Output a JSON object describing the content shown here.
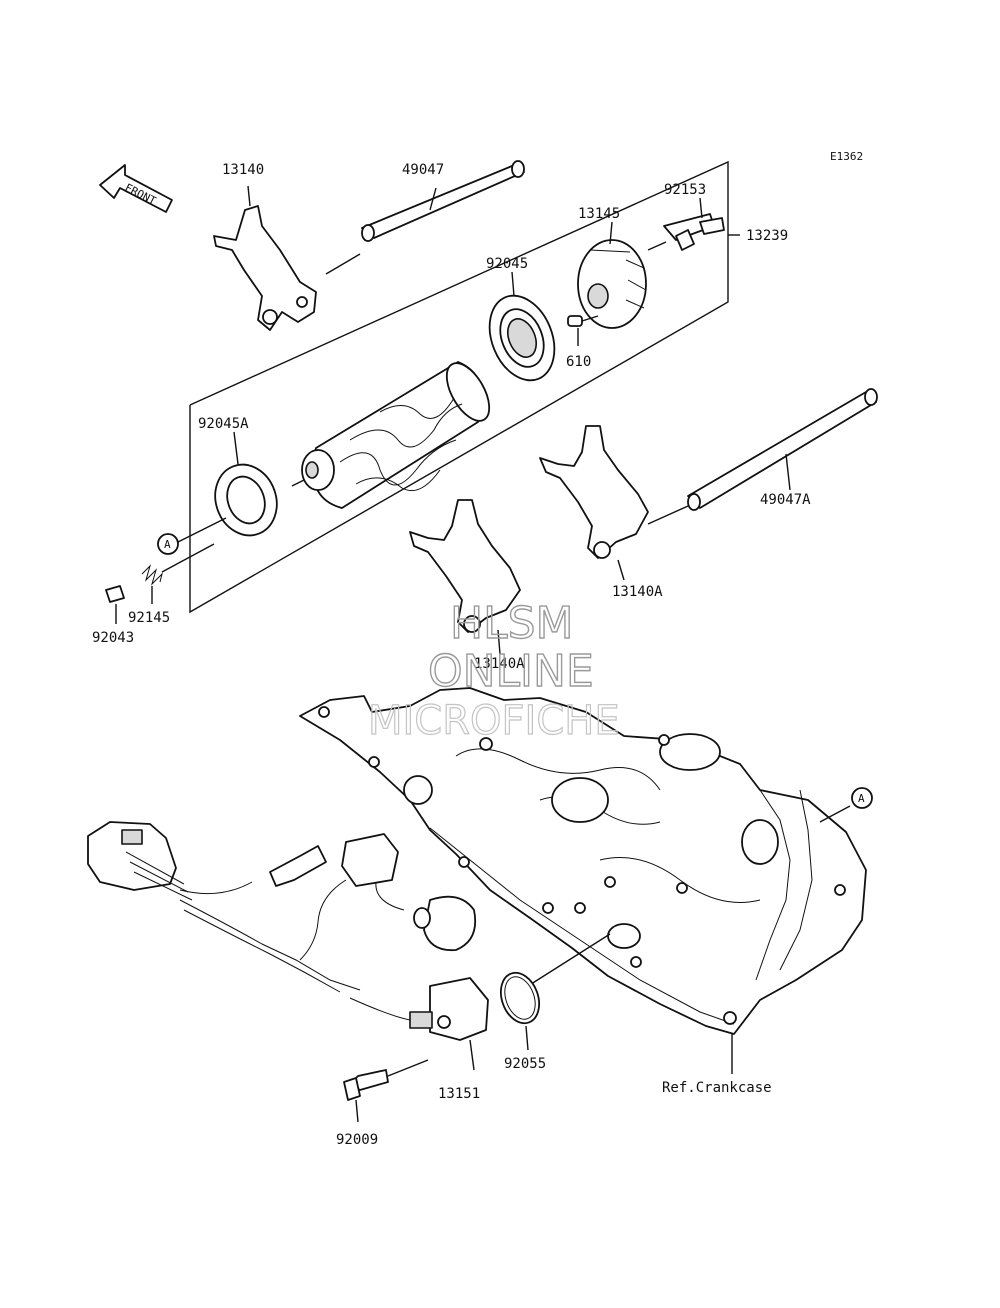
{
  "diagram_code": "E1362",
  "front_label": "FRONT",
  "callout_a": "A",
  "parts": {
    "p13140": "13140",
    "p49047": "49047",
    "p92153": "92153",
    "p13145": "13145",
    "p13239": "13239",
    "p92045": "92045",
    "p610": "610",
    "p92045A": "92045A",
    "p49047A": "49047A",
    "p13140A_right": "13140A",
    "p13140A_center": "13140A",
    "p92145": "92145",
    "p92043": "92043",
    "p92055": "92055",
    "p13151": "13151",
    "p92009": "92009"
  },
  "ref_crankcase": "Ref.Crankcase",
  "watermark": {
    "line1": "HLSM",
    "line2": "ONLINE",
    "line3": "MICROFICHE"
  }
}
